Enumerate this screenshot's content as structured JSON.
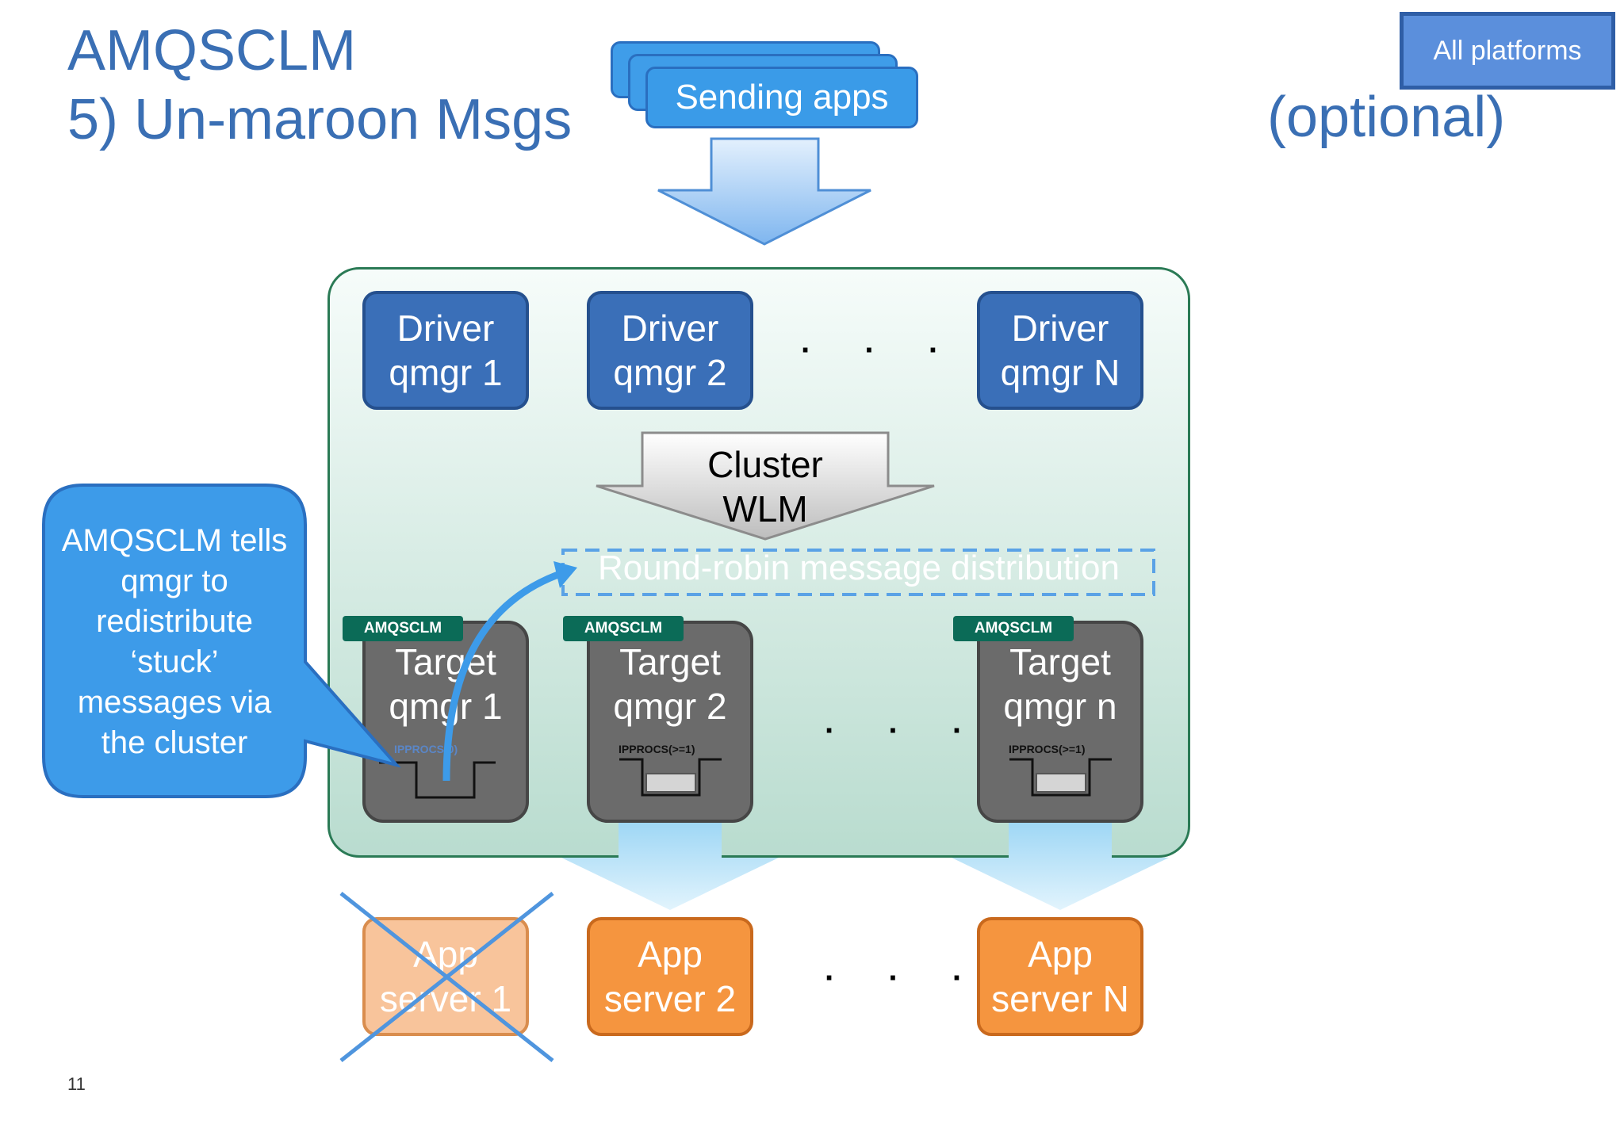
{
  "title": {
    "line1": "AMQSCLM",
    "line2": "5) Un-maroon Msgs"
  },
  "optional_label": "(optional)",
  "platform_badge": "All platforms",
  "sending_apps": "Sending apps",
  "drivers": [
    {
      "line1": "Driver",
      "line2": "qmgr 1"
    },
    {
      "line1": "Driver",
      "line2": "qmgr 2"
    },
    {
      "line1": "Driver",
      "line2": "qmgr N"
    }
  ],
  "wlm": {
    "line1": "Cluster",
    "line2": "WLM"
  },
  "round_robin": "Round-robin message distribution",
  "tag_label": "AMQSCLM",
  "targets": [
    {
      "line1": "Target",
      "line2": "qmgr 1",
      "ipprocs": "IPPROCS(0)"
    },
    {
      "line1": "Target",
      "line2": "qmgr 2",
      "ipprocs": "IPPROCS(>=1)"
    },
    {
      "line1": "Target",
      "line2": "qmgr n",
      "ipprocs": "IPPROCS(>=1)"
    }
  ],
  "apps": [
    {
      "line1": "App",
      "line2": "server 1",
      "status": "unavailable"
    },
    {
      "line1": "App",
      "line2": "server 2",
      "status": "available"
    },
    {
      "line1": "App",
      "line2": "server N",
      "status": "available"
    }
  ],
  "ellipsis": "· · ·",
  "callout": "AMQSCLM tells qmgr to redistribute ‘stuck’ messages via the cluster",
  "page_number": "11",
  "colors": {
    "title": "#3a6fb4",
    "driver": "#3a6fb8",
    "target": "#6b6b6b",
    "tag": "#0b6b57",
    "app": "#f5953f",
    "callout": "#3d9be9"
  }
}
